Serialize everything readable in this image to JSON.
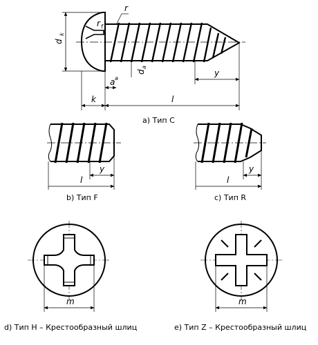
{
  "labels": {
    "r": "r",
    "rf": "r",
    "rf_sub": "f",
    "dk": "d",
    "dk_sub": "k",
    "da": "d",
    "da_sub": "a",
    "a": "a",
    "a_sup": "a",
    "y": "y",
    "k": "k",
    "l": "l",
    "m": "m"
  },
  "captions": {
    "type_c": "a) Тип С",
    "type_f": "b) Тип F",
    "type_r": "c) Тип R",
    "type_h": "d) Тип H – Крестообразный шлиц",
    "type_z": "e) Тип Z – Крестообразный шлиц"
  }
}
